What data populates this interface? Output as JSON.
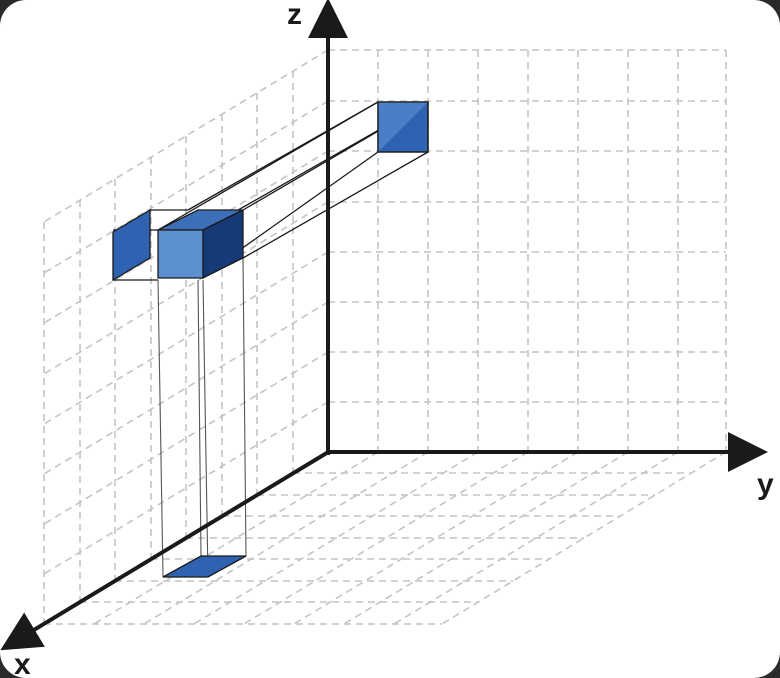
{
  "axes": {
    "x_label": "x",
    "y_label": "y",
    "z_label": "z"
  },
  "colors": {
    "cube_front": "#5b8fd0",
    "cube_top": "#3d6fb8",
    "cube_side": "#163a78",
    "projection_fill": "#2f62b0",
    "grid": "#c4c4c4",
    "axis": "#1a1a1a"
  }
}
